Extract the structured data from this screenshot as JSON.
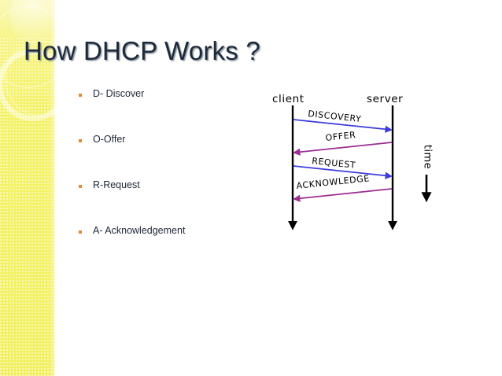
{
  "slide": {
    "title": "How DHCP Works ?",
    "bullets": [
      {
        "label": "D- Discover"
      },
      {
        "label": "O-Offer"
      },
      {
        "label": "R-Request"
      },
      {
        "label": "A- Acknowledgement"
      }
    ]
  },
  "diagram": {
    "actors": {
      "left": "client",
      "right": "server"
    },
    "time_axis_label": "time",
    "messages": [
      {
        "label": "DISCOVERY",
        "direction": "right",
        "color": "#3b3bdd"
      },
      {
        "label": "OFFER",
        "direction": "left",
        "color": "#9b2d93"
      },
      {
        "label": "REQUEST",
        "direction": "right",
        "color": "#3b3bdd"
      },
      {
        "label": "ACKNOWLEDGE",
        "direction": "left",
        "color": "#9b2d93"
      }
    ]
  },
  "colors": {
    "title": "#1b2a3b",
    "body_text": "#20293a",
    "bullet": "#E08A39",
    "band": "#f4f26a",
    "request_arrow": "#3b3bdd",
    "reply_arrow": "#9b2d93",
    "lifeline": "#000000"
  }
}
